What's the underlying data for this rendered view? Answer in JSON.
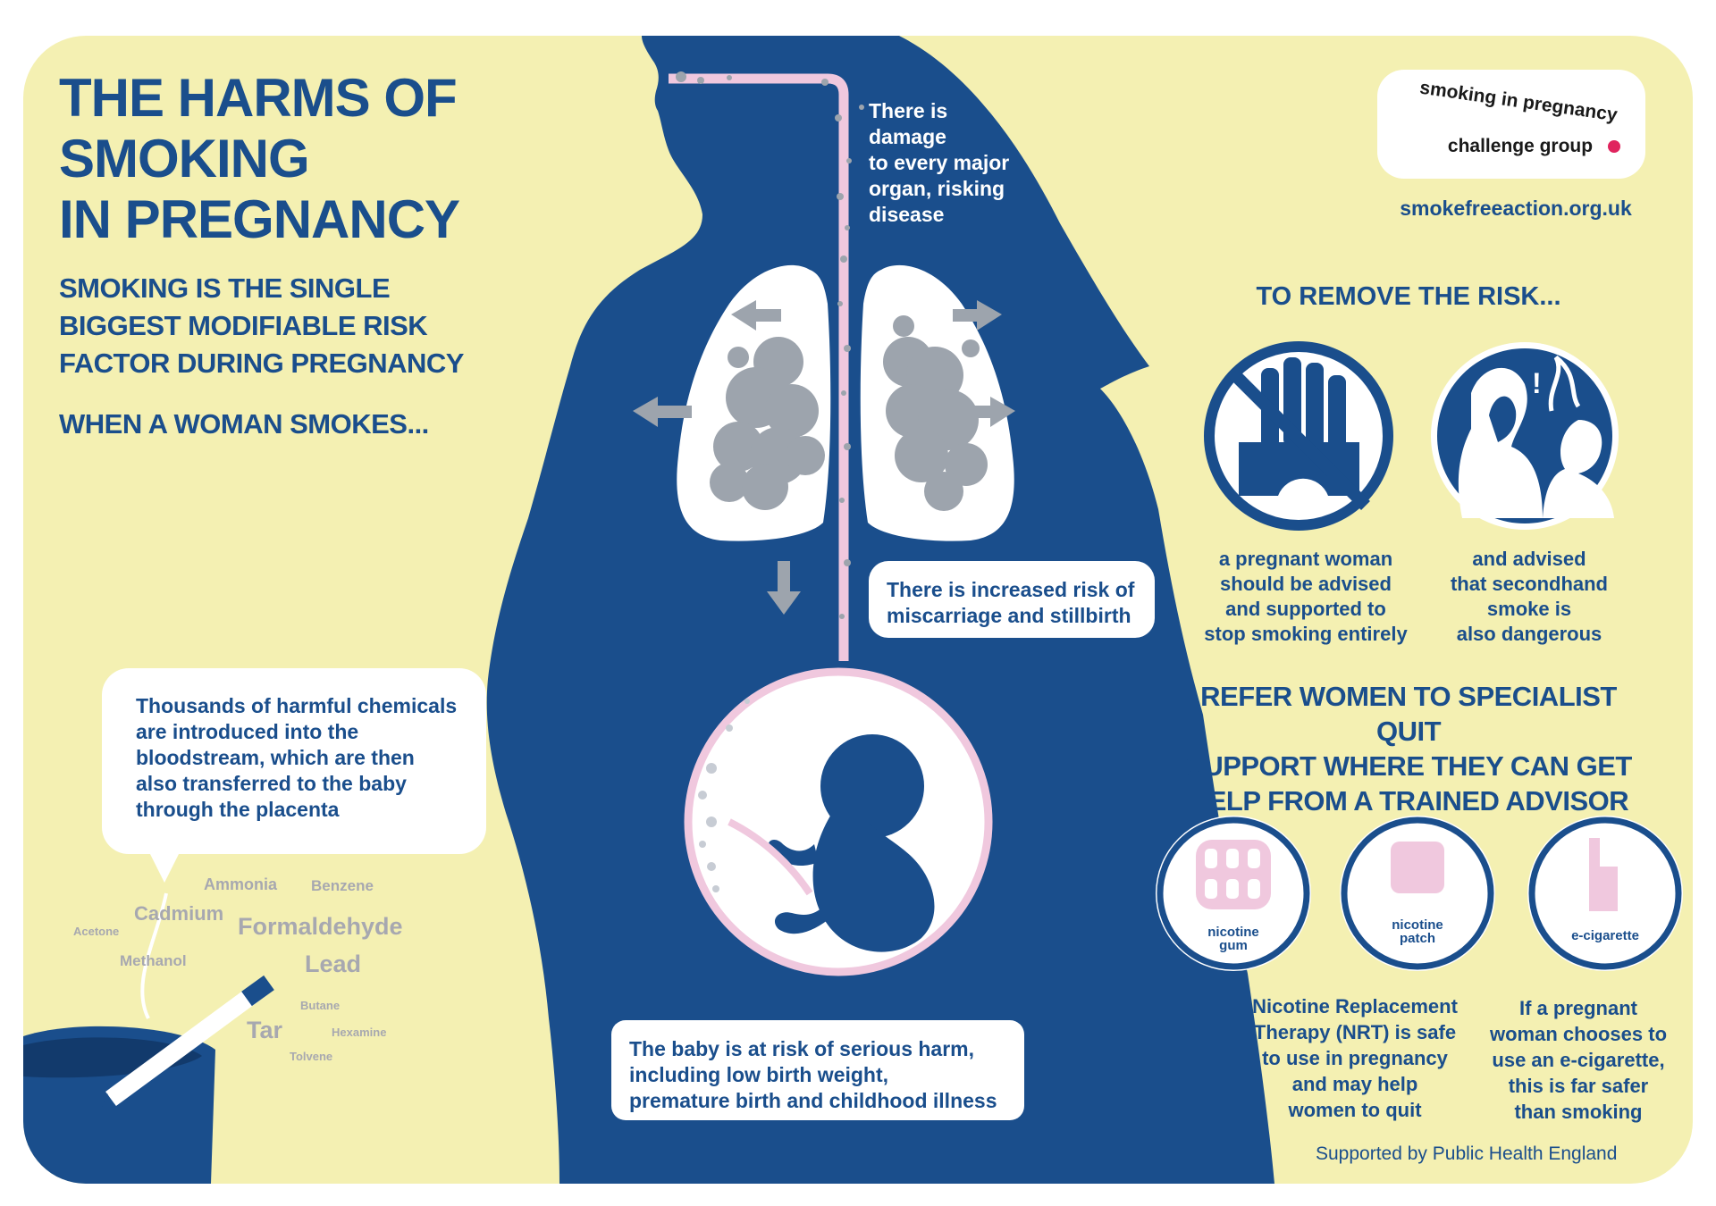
{
  "header": {
    "title_lines": [
      "THE HARMS OF",
      "SMOKING",
      "IN PREGNANCY"
    ],
    "subtitle_lines": [
      "SMOKING IS THE SINGLE",
      "BIGGEST MODIFIABLE RISK",
      "FACTOR DURING PREGNANCY"
    ],
    "when": "WHEN A WOMAN SMOKES..."
  },
  "body_notes": {
    "organ_damage_lines": [
      "There is",
      "damage",
      "to every major",
      "organ, risking",
      "disease"
    ],
    "miscarriage_lines": [
      "There is increased risk of",
      "miscarriage and stillbirth"
    ],
    "chemicals_lines": [
      "Thousands of harmful chemicals",
      "are introduced into the",
      "bloodstream, which are then",
      "also transferred to the baby",
      "through the placenta"
    ],
    "baby_lines": [
      "The baby is at risk of serious harm,",
      "including low birth weight,",
      "premature birth and childhood illness"
    ]
  },
  "chemicals": [
    "Ammonia",
    "Benzene",
    "Acetone",
    "Cadmium",
    "Formaldehyde",
    "Methanol",
    "Lead",
    "Butane",
    "Tar",
    "Hexamine",
    "Tolvene"
  ],
  "logo": {
    "arc_text": "smoking in pregnancy",
    "line2": "challenge group",
    "website": "smokefreeaction.org.uk"
  },
  "remove_risk": {
    "heading": "TO REMOVE THE RISK...",
    "stop_lines": [
      "a pregnant woman",
      "should be advised",
      "and supported to",
      "stop smoking entirely"
    ],
    "secondhand_lines": [
      "and advised",
      "that secondhand",
      "smoke is",
      "also dangerous"
    ],
    "refer_lines": [
      "REFER WOMEN TO SPECIALIST QUIT",
      "SUPPORT WHERE THEY CAN GET",
      "HELP FROM A TRAINED ADVISOR"
    ]
  },
  "nrt": {
    "gum_label_lines": [
      "nicotine",
      "gum"
    ],
    "patch_label_lines": [
      "nicotine",
      "patch"
    ],
    "ecig_label": "e-cigarette",
    "nrt_lines": [
      "Nicotine Replacement",
      "Therapy (NRT) is safe",
      "to use in pregnancy",
      "and may help",
      "women to quit"
    ],
    "ecig_lines": [
      "If a pregnant",
      "woman chooses to",
      "use an e-cigarette,",
      "this is far safer",
      "than smoking"
    ]
  },
  "footer": "Supported by Public Health England",
  "colors": {
    "background": "#f4f0b2",
    "navy": "#1a4e8c",
    "pink": "#f0c8de",
    "grey": "#9da4ad",
    "white": "#ffffff"
  }
}
